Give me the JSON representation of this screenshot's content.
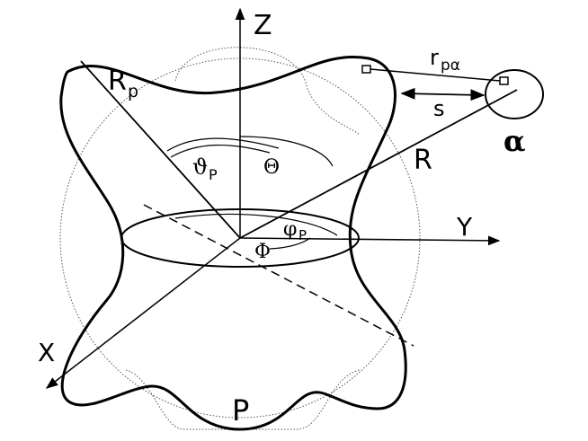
{
  "labels": {
    "z_axis": "Z",
    "y_axis": "Y",
    "x_axis": "X",
    "rp_main": "R",
    "rp_sub": "p",
    "rpa_main": "r",
    "rpa_sub": "pα",
    "s": "s",
    "alpha": "α",
    "r_vec": "R",
    "theta_p_main": "ϑ",
    "theta_p_sub": "P",
    "theta_cap": "Θ",
    "phi_p_main": "φ",
    "phi_p_sub": "P",
    "phi_cap": "Φ",
    "p": "P"
  }
}
